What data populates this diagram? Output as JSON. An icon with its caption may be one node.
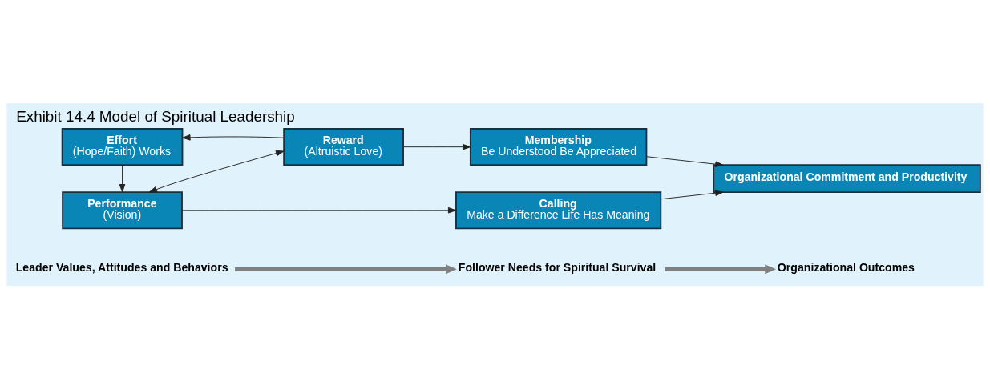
{
  "diagram": {
    "title": "Exhibit 14.4 Model of Spiritual Leadership",
    "nodes": [
      {
        "text": [
          "Leader Values, Attitudes and Behaviors"
        ]
      },
      {
        "text": [
          "Follower Needs for Spiritual Survival"
        ]
      },
      {
        "text": [
          "Organizational Outcomes"
        ]
      },
      {
        "text": [
          "Performance",
          "(Vision)"
        ]
      },
      {
        "text": [
          "Calling",
          "Make a Difference Life Has Meaning"
        ]
      },
      {
        "text": [
          "Organizational Commitment and Productivity"
        ]
      },
      {
        "text": [
          "Effort",
          "(Hope/Faith) Works"
        ]
      },
      {
        "text": [
          "Reward",
          "(Altruistic Love)"
        ]
      },
      {
        "text": [
          "Membership",
          "Be Understood Be Appreciated"
        ]
      }
    ],
    "edges": [
      {
        "from": 0,
        "to": 1,
        "arrow": "to",
        "style": "thick",
        "color": "#808080"
      },
      {
        "from": 1,
        "to": 2,
        "arrow": "to",
        "style": "thick",
        "color": "#808080"
      },
      {
        "from": 3,
        "to": 4,
        "arrow": "to"
      },
      {
        "from": 6,
        "to": 3,
        "arrow": "to"
      },
      {
        "from": 3,
        "to": 7,
        "arrow": "both"
      },
      {
        "from": 7,
        "to": 6,
        "arrow": "to"
      },
      {
        "from": 7,
        "to": 8,
        "arrow": "to"
      },
      {
        "from": 4,
        "to": 5,
        "arrow": "to"
      },
      {
        "from": 8,
        "to": 5,
        "arrow": "to"
      }
    ]
  }
}
